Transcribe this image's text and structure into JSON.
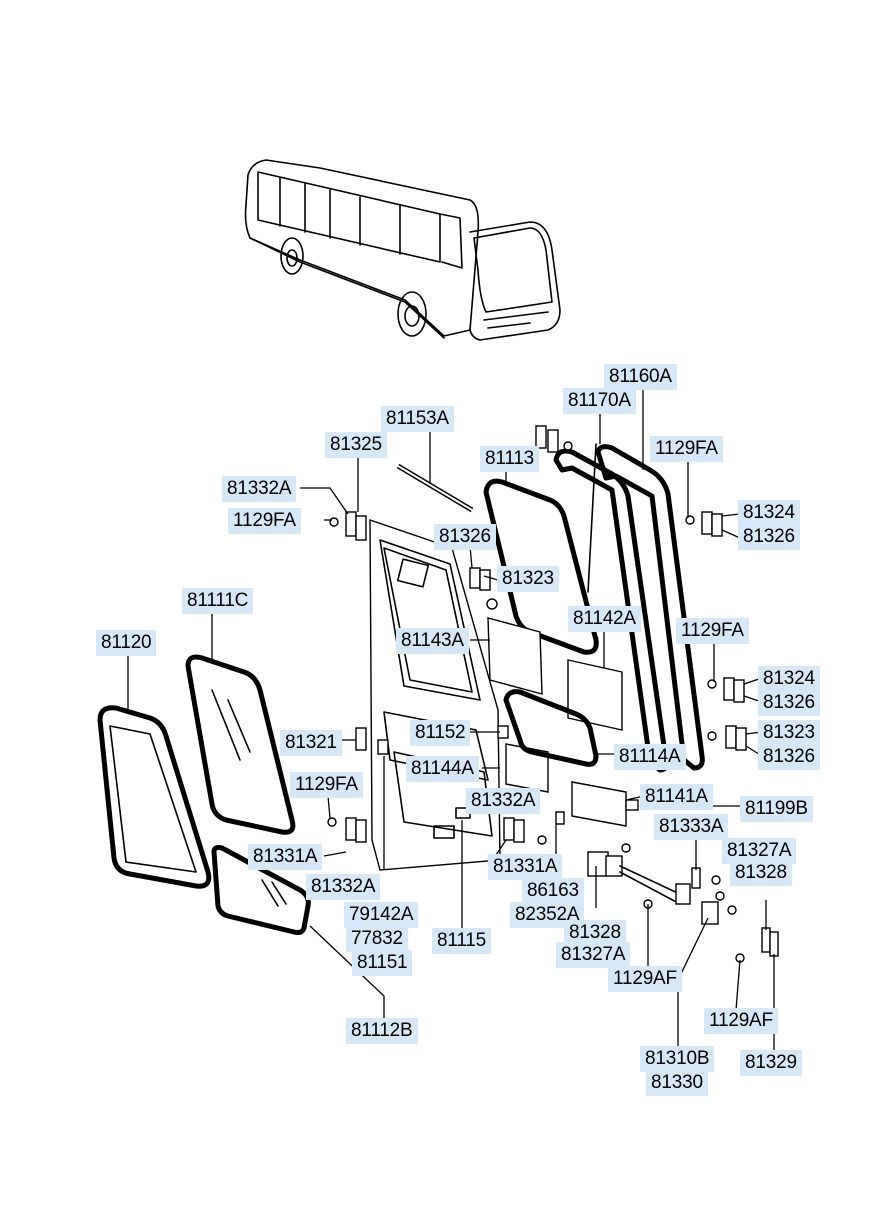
{
  "diagram": {
    "labels": {
      "p81160A": "81160A",
      "p81170A": "81170A",
      "p81153A": "81153A",
      "p81325": "81325",
      "p1129FA_a": "1129FA",
      "p81113": "81113",
      "p81332A_a": "81332A",
      "p1129FA_b": "1129FA",
      "p81324_a": "81324",
      "p81326_a": "81326",
      "p81326_b": "81326",
      "p81323_a": "81323",
      "p81111C": "81111C",
      "p81142A": "81142A",
      "p1129FA_c": "1129FA",
      "p81120": "81120",
      "p81143A": "81143A",
      "p81324_b": "81324",
      "p81326_c": "81326",
      "p81321": "81321",
      "p81152": "81152",
      "p81323_b": "81323",
      "p81114A": "81114A",
      "p81326_d": "81326",
      "p81144A": "81144A",
      "p1129FA_d": "1129FA",
      "p81141A": "81141A",
      "p81332A_b": "81332A",
      "p81199B": "81199B",
      "p81333A": "81333A",
      "p81331A_a": "81331A",
      "p81327A_a": "81327A",
      "p81331A_b": "81331A",
      "p81328_a": "81328",
      "p81332A_c": "81332A",
      "p86163": "86163",
      "p79142A": "79142A",
      "p82352A": "82352A",
      "p81328_b": "81328",
      "p77832": "77832",
      "p81115": "81115",
      "p81327A_b": "81327A",
      "p81151": "81151",
      "p1129AF_a": "1129AF",
      "p81112B": "81112B",
      "p1129AF_b": "1129AF",
      "p81310B": "81310B",
      "p81330": "81330",
      "p81329": "81329"
    }
  }
}
